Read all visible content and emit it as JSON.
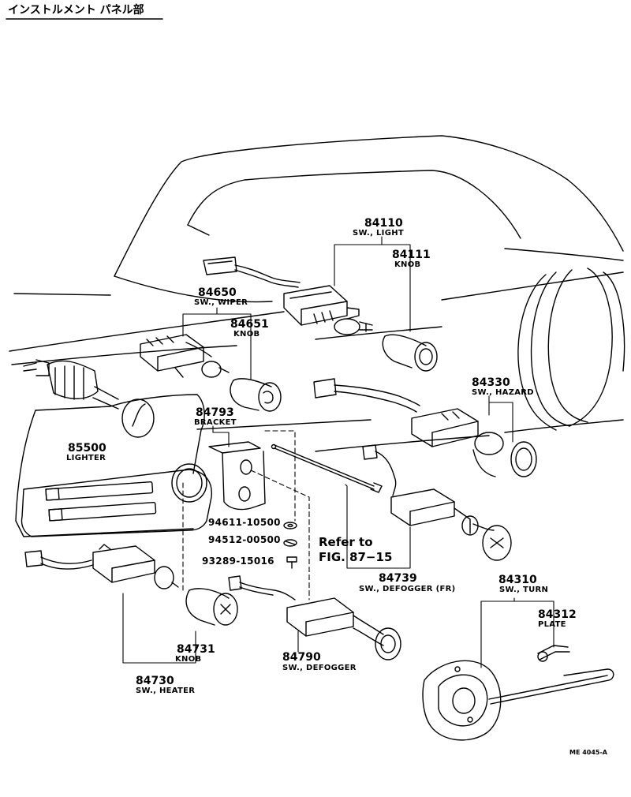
{
  "header": {
    "title": "インストルメント パネル部"
  },
  "parts": [
    {
      "id": "light",
      "number": "84110",
      "name": "SW., LIGHT"
    },
    {
      "id": "light_knob",
      "number": "84111",
      "name": "KNOB"
    },
    {
      "id": "wiper",
      "number": "84650",
      "name": "SW., WIPER"
    },
    {
      "id": "wiper_knob",
      "number": "84651",
      "name": "KNOB"
    },
    {
      "id": "hazard",
      "number": "84330",
      "name": "SW., HAZARD"
    },
    {
      "id": "bracket",
      "number": "84793",
      "name": "BRACKET"
    },
    {
      "id": "lighter",
      "number": "85500",
      "name": "LIGHTER"
    },
    {
      "id": "def_fr",
      "number": "84739",
      "name": "SW., DEFOGGER (FR)"
    },
    {
      "id": "turn",
      "number": "84310",
      "name": "SW., TURN"
    },
    {
      "id": "plate",
      "number": "84312",
      "name": "PLATE"
    },
    {
      "id": "heater_knob",
      "number": "84731",
      "name": "KNOB"
    },
    {
      "id": "heater",
      "number": "84730",
      "name": "SW., HEATER"
    },
    {
      "id": "defogger",
      "number": "84790",
      "name": "SW., DEFOGGER"
    }
  ],
  "fasteners": [
    "94611-10500",
    "94512-00500",
    "93289-15016"
  ],
  "reference": {
    "line1": "Refer to",
    "line2": "FIG. 87−15"
  },
  "figure_code": "ME 4045-A"
}
